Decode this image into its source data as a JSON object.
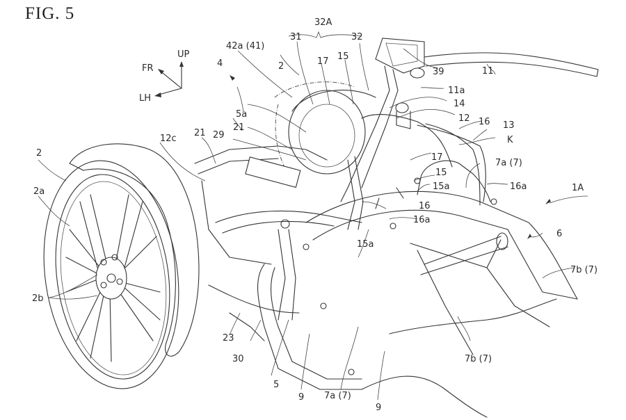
{
  "figure": {
    "title": "FIG. 5",
    "axes": {
      "up": "UP",
      "front": "FR",
      "left": "LH"
    },
    "labels": {
      "l32A": "32A",
      "l31": "31",
      "l32": "32",
      "l42a": "42a (41)",
      "l4": "4",
      "l2top": "2",
      "l17top": "17",
      "l15top": "15",
      "l39": "39",
      "l11": "11",
      "l11a": "11a",
      "l14": "14",
      "l12": "12",
      "l16top": "16",
      "l13": "13",
      "lK": "K",
      "l5a": "5a",
      "l21a": "21",
      "l29": "29",
      "l21b": "21",
      "l12c": "12c",
      "l17mid": "17",
      "l15mid": "15",
      "l15a_r": "15a",
      "l7a_top": "7a (7)",
      "l16a_r": "16a",
      "l1A": "1A",
      "l16mid": "16",
      "l16a_mid": "16a",
      "l15a_c": "15a",
      "l6": "6",
      "l7b_r": "7b (7)",
      "l2wheel": "2",
      "l2a": "2a",
      "l2b": "2b",
      "l23": "23",
      "l30": "30",
      "l5": "5",
      "l9a": "9",
      "l7a_bot": "7a (7)",
      "l9b": "9",
      "l7b_bot": "7b (7)"
    }
  }
}
